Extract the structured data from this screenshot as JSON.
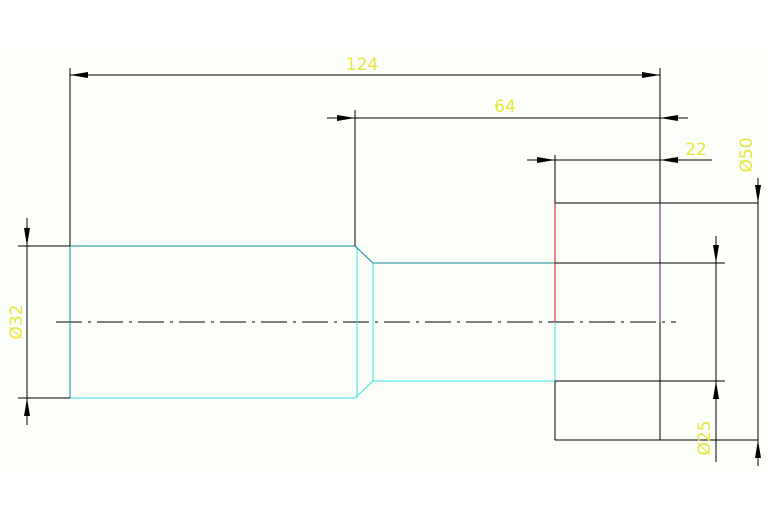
{
  "colors": {
    "background": "#fbfef9",
    "dimension_line": "#000000",
    "dimension_text": "#e7e73a",
    "outline_cyan": "#3fe0e8",
    "outline_dark_cyan": "#138a9a",
    "red_line": "#d01010",
    "magenta_line": "#5a1a5a",
    "center_line": "#000000"
  },
  "dimensions": {
    "overall_length": "124",
    "middle_length": "64",
    "end_length": "22",
    "diameter_left": "Ø32",
    "diameter_big": "Ø50",
    "diameter_small": "Ø25"
  }
}
